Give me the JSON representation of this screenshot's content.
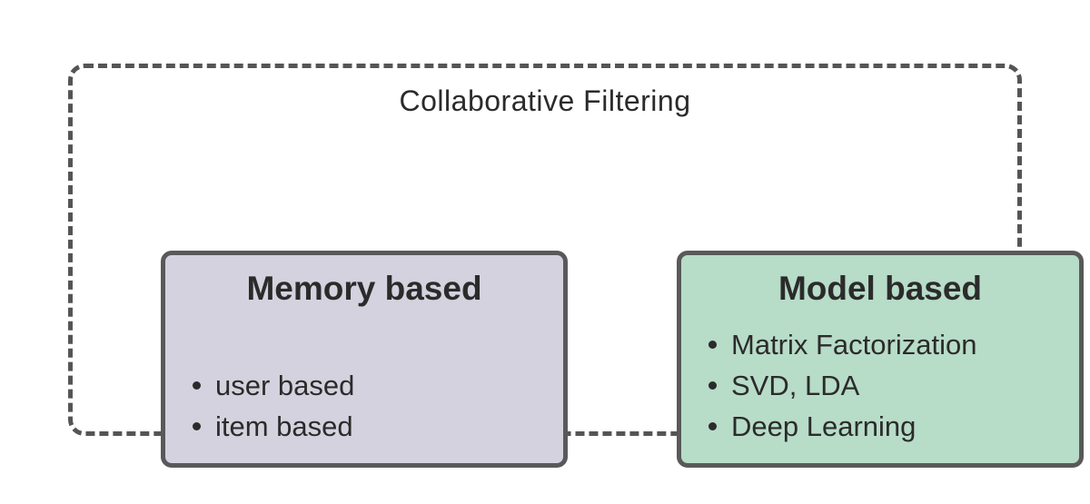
{
  "diagram": {
    "title": "Collaborative Filtering",
    "colors": {
      "background": "#ffffff",
      "outline_dashed": "#555555",
      "box_border": "#595959",
      "text": "#2b2b2b",
      "memory_fill": "#d5d2df",
      "model_fill": "#b7dcc8"
    },
    "boxes": [
      {
        "title": "Memory based",
        "fill": "#d5d2df",
        "items": [
          "user based",
          "item based"
        ]
      },
      {
        "title": "Model based",
        "fill": "#b7dcc8",
        "items": [
          "Matrix Factorization",
          "SVD, LDA",
          "Deep Learning"
        ]
      }
    ]
  }
}
